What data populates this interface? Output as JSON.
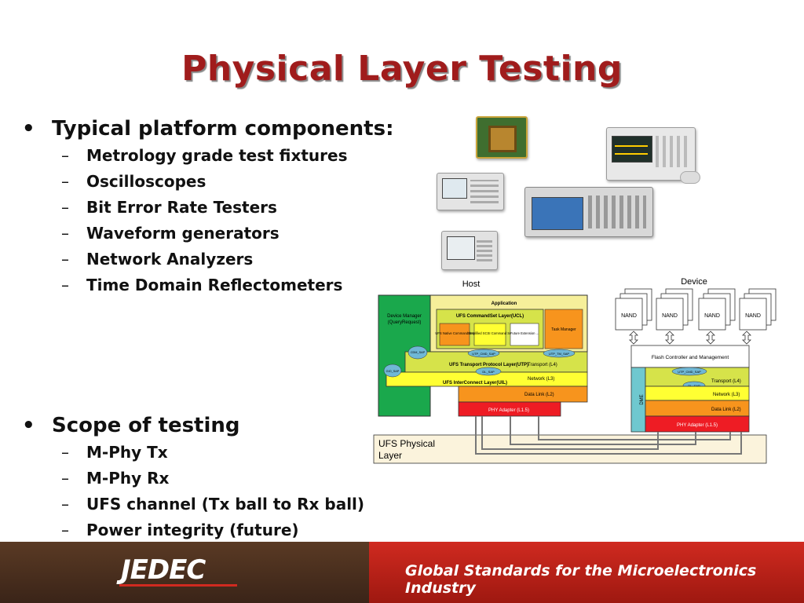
{
  "slide": {
    "title": "Physical Layer Testing",
    "bullets": [
      {
        "text": "Typical platform components:",
        "sub": [
          "Metrology grade test fixtures",
          "Oscilloscopes",
          "Bit Error Rate Testers",
          "Waveform generators",
          "Network Analyzers",
          "Time Domain Reflectometers"
        ]
      },
      {
        "text": "Scope of testing",
        "sub": [
          "M-Phy Tx",
          "M-Phy Rx",
          "UFS channel (Tx ball to Rx ball)",
          "Power integrity (future)"
        ]
      }
    ]
  },
  "diagram": {
    "host_label": "Host",
    "device_label": "Device",
    "device_manager": "Device Manager",
    "query_request": "(QueryRequest)",
    "application": "Application",
    "ucl": "UFS CommandSet Layer(UCL)",
    "ufs_native": "UFS Native Command Set",
    "scsi": "Simplified SCSI Command Set",
    "future_ext": "Future Extension ...",
    "task_manager": "Task Manager",
    "utp_cmd_sap": "UTP_CMD_SAP",
    "utp_tm_sap": "UTP_TM_SAP",
    "cdm_sap": "CDM_SAP",
    "gio_sap": "GIO_SAP",
    "dl_sap": "DL_SAP",
    "utp": "UFS Transport Protocol Layer(UTP)",
    "transport": "Transport (L4)",
    "network": "Network (L3)",
    "uil": "UFS InterConnect Layer(UIL)",
    "data_link": "Data Link (L2)",
    "phy_adapter": "PHY Adapter (L1.5)",
    "nand": "NAND",
    "flash_ctrl": "Flash Controller and Management",
    "dme": "DME",
    "phy_layer_1": "UFS Physical",
    "phy_layer_2": "Layer"
  },
  "footer": {
    "logo": "JEDEC",
    "tagline": "Global Standards for the Microelectronics Industry"
  },
  "colors": {
    "title": "#a01c1c",
    "green": "#1aa84c",
    "yellow": "#ffff33",
    "orange": "#f7941d",
    "red": "#ee1c24",
    "light_yellow": "#f6ef9a",
    "beige": "#fbf3dc"
  }
}
